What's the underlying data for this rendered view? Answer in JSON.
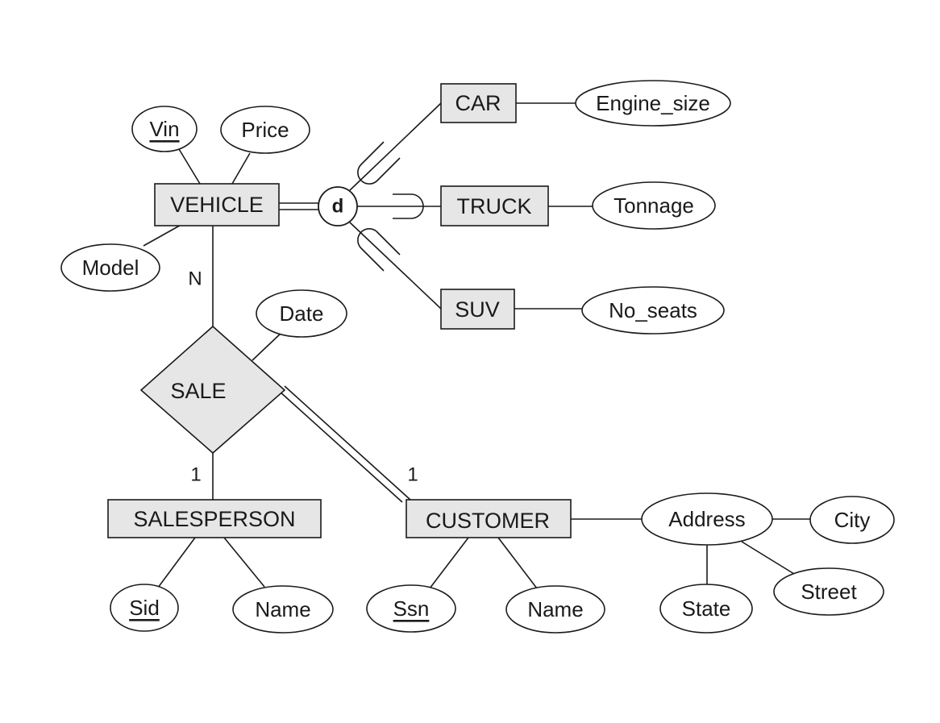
{
  "entities": {
    "vehicle": "VEHICLE",
    "car": "CAR",
    "truck": "TRUCK",
    "suv": "SUV",
    "salesperson": "SALESPERSON",
    "customer": "CUSTOMER"
  },
  "relationship": {
    "sale": "SALE"
  },
  "specialization": {
    "disjoint": "d"
  },
  "attributes": {
    "vin": "Vin",
    "price": "Price",
    "model": "Model",
    "engine_size": "Engine_size",
    "tonnage": "Tonnage",
    "no_seats": "No_seats",
    "date": "Date",
    "sid": "Sid",
    "salesperson_name": "Name",
    "ssn": "Ssn",
    "customer_name": "Name",
    "address": "Address",
    "city": "City",
    "street": "Street",
    "state": "State"
  },
  "cardinality": {
    "vehicle_sale": "N",
    "salesperson_sale": "1",
    "customer_sale": "1"
  }
}
